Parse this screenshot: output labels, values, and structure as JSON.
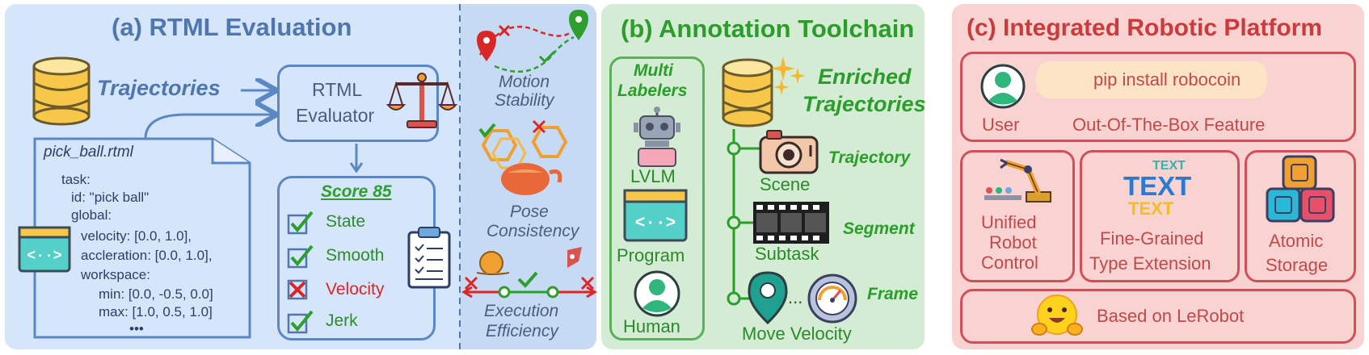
{
  "colors": {
    "panel_a": "#d6e6fa",
    "panel_b": "#d4ecd4",
    "panel_c": "#f9d2d2",
    "title_a": "#4f77ad",
    "title_b": "#2a9d2a",
    "title_c": "#cc3b3b",
    "green_check": "#2e9e2e",
    "red_cross": "#d92626"
  },
  "panel_a": {
    "title": "(a) RTML Evaluation",
    "trajectories": "Trajectories",
    "evaluator_line1": "RTML",
    "evaluator_line2": "Evaluator",
    "file_name": "pick_ball.rtml",
    "code_lines": [
      "task:",
      "id: \"pick ball\"",
      "global:",
      "velocity: [0.0, 1.0],",
      "accleration: [0.0, 1.0],",
      "workspace:",
      "min: [0.0, -0.5, 0.0]",
      "max: [1.0, 0.5, 1.0]",
      "•••"
    ],
    "score": "Score 85",
    "checks": [
      {
        "label": "State",
        "status": "pass"
      },
      {
        "label": "Smooth",
        "status": "pass"
      },
      {
        "label": "Velocity",
        "status": "fail"
      },
      {
        "label": "Jerk",
        "status": "pass"
      }
    ],
    "metric1_line1": "Motion",
    "metric1_line2": "Stability",
    "metric2_line1": "Pose",
    "metric2_line2": "Consistency",
    "metric3_line1": "Execution",
    "metric3_line2": "Efficiency",
    "icons": [
      "database-icon",
      "scale-icon",
      "code-window-icon",
      "clipboard-icon",
      "location-pin-icon",
      "teapot-icon",
      "snail-icon",
      "rocket-icon"
    ]
  },
  "panel_b": {
    "title": "(b) Annotation Toolchain",
    "multi_line1": "Multi",
    "multi_line2": "Labelers",
    "labeler1": "LVLM",
    "labeler2": "Program",
    "labeler3": "Human",
    "enriched_line1": "Enriched",
    "enriched_line2": "Trajectories",
    "level1": "Trajectory",
    "level1_caption": "Scene",
    "level2": "Segment",
    "level2_caption": "Subtask",
    "level3": "Frame",
    "level3_caption": "Move Velocity",
    "ellipsis": "...",
    "icons": [
      "robot-icon",
      "code-window-icon",
      "user-icon",
      "database-icon",
      "sparkle-icon",
      "camera-icon",
      "film-strip-icon",
      "map-pin-icon",
      "speedometer-icon"
    ]
  },
  "panel_c": {
    "title": "(c) Integrated Robotic Platform",
    "user": "User",
    "command": "pip install robocoin",
    "feature": "Out-Of-The-Box Feature",
    "card1_line1": "Unified",
    "card1_line2": "Robot",
    "card1_line3": "Control",
    "text_small": "TEXT",
    "text_big": "TEXT",
    "text_mid": "TEXT",
    "card2_line1": "Fine-Grained",
    "card2_line2": "Type Extension",
    "card3_line1": "Atomic",
    "card3_line2": "Storage",
    "base": "Based on LeRobot",
    "icons": [
      "user-icon",
      "robot-arm-icon",
      "blocks-icon",
      "hugging-face-icon"
    ]
  }
}
